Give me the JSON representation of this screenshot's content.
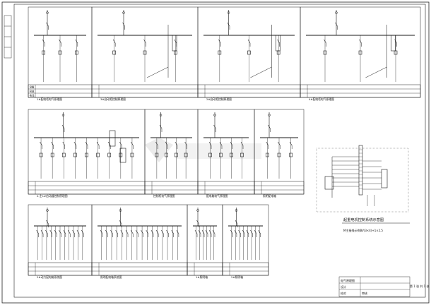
{
  "sheet": {
    "title_block_rows": [
      "电气原理图",
      "设计",
      "校对",
      "审核"
    ],
    "sheet_number": "第 1 张 共 1 张"
  },
  "panels": [
    {
      "id": "A1",
      "caption": "1#配电柜电气原理图",
      "row_labels": [
        "设备",
        "容量",
        "电流"
      ]
    },
    {
      "id": "A2",
      "caption": "3#启动柜控制原理图"
    },
    {
      "id": "A3",
      "caption": "2#启动柜控制原理图"
    },
    {
      "id": "A4",
      "caption": "4#配电柜电气原理图"
    },
    {
      "id": "B1",
      "caption": "2-主1#启动器控制原理图"
    },
    {
      "id": "B2",
      "caption": "控制柜电气原理图"
    },
    {
      "id": "B3",
      "caption": "配电箱电气原理图"
    },
    {
      "id": "B4",
      "caption": "照明配电箱"
    },
    {
      "id": "C1",
      "caption": "2#动力配电箱系统图"
    },
    {
      "id": "C2",
      "caption": "照明配电箱系统图"
    },
    {
      "id": "C3",
      "caption": "1#照明箱"
    },
    {
      "id": "C4",
      "caption": "2#照明箱"
    }
  ],
  "legend": {
    "title": "起重电机控制系统示意图",
    "subtitle": "M主接线示例BV(3×4)+1×2.5"
  },
  "accent": "#1a1a1a",
  "watermark_color": "#d8d8d8"
}
